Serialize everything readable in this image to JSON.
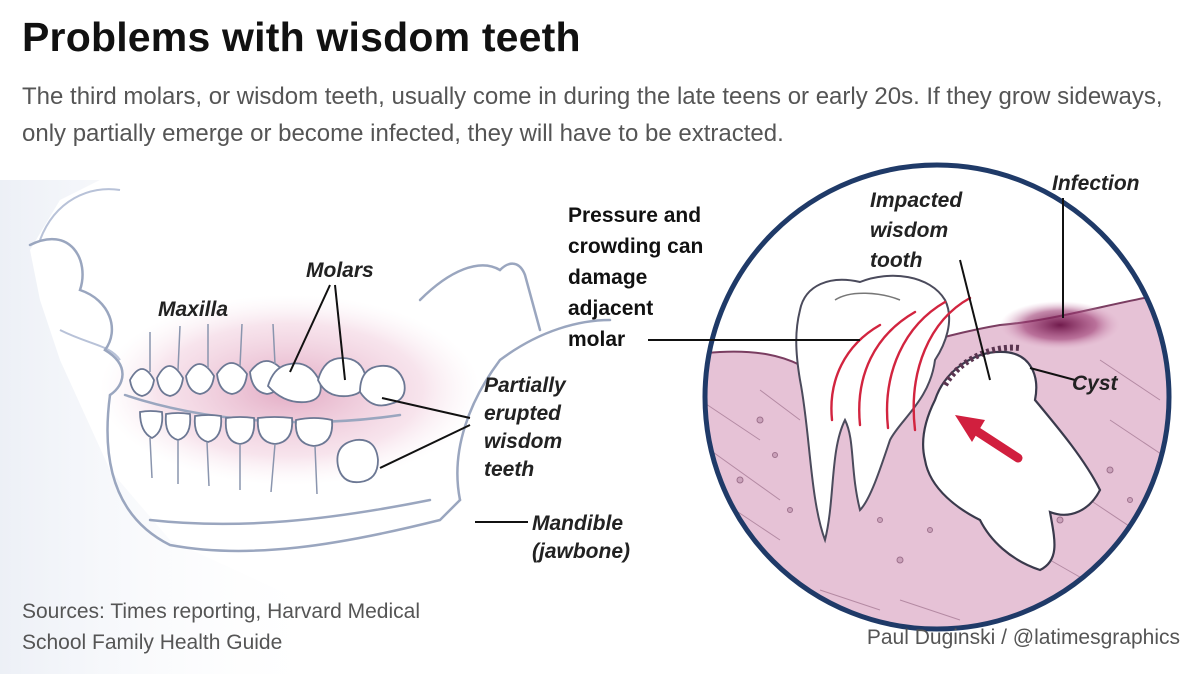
{
  "header": {
    "title": "Problems with wisdom teeth",
    "intro": "The third molars, or wisdom teeth, usually come in during the late teens or early 20s. If they grow sideways, only partially emerge or become infected, they will have to be extracted."
  },
  "jaw_labels": {
    "maxilla": "Maxilla",
    "molars": "Molars",
    "partially_erupted": [
      "Partially",
      "erupted",
      "wisdom",
      "teeth"
    ],
    "mandible": [
      "Mandible",
      "(jawbone)"
    ]
  },
  "detail_labels": {
    "pressure": [
      "Pressure and",
      "crowding can",
      "damage",
      "adjacent",
      "molar"
    ],
    "impacted": [
      "Impacted",
      "wisdom",
      "tooth"
    ],
    "infection": "Infection",
    "cyst": "Cyst"
  },
  "footer": {
    "sources": [
      "Sources: Times reporting, Harvard Medical",
      "School Family Health Guide"
    ],
    "credit": "Paul Duginski / @latimesgraphics"
  },
  "colors": {
    "circle_border": "#1f3a68",
    "gum": "#e2b9cf",
    "pressure_arcs": "#d2243f",
    "arrow": "#d11f3e",
    "infection": "#7a1d52",
    "sketch": "#5a6a8a"
  }
}
